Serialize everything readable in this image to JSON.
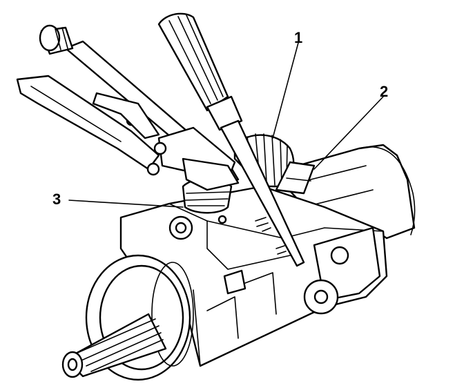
{
  "diagram": {
    "callouts": [
      {
        "id": "1",
        "label": "1"
      },
      {
        "id": "2",
        "label": "2"
      },
      {
        "id": "3",
        "label": "3"
      }
    ]
  },
  "colors": {
    "ink": "#000000",
    "paper": "#ffffff"
  }
}
